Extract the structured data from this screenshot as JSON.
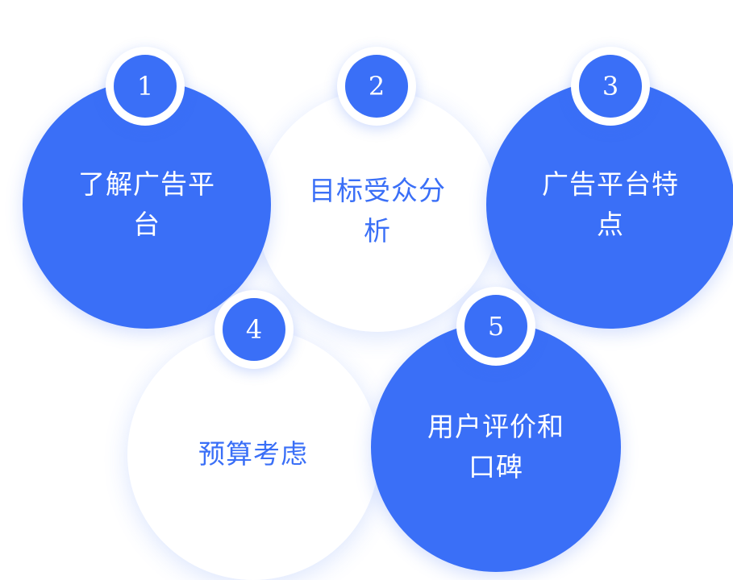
{
  "items": [
    {
      "number": "1",
      "line1": "了解广告平",
      "line2": "台"
    },
    {
      "number": "2",
      "line1": "目标受众分",
      "line2": "析"
    },
    {
      "number": "3",
      "line1": "广告平台特",
      "line2": "点"
    },
    {
      "number": "4",
      "line1": "预算考虑",
      "line2": ""
    },
    {
      "number": "5",
      "line1": "用户评价和",
      "line2": "口碑"
    }
  ],
  "colors": {
    "accent": "#3a6ff7",
    "background": "#ffffff"
  }
}
